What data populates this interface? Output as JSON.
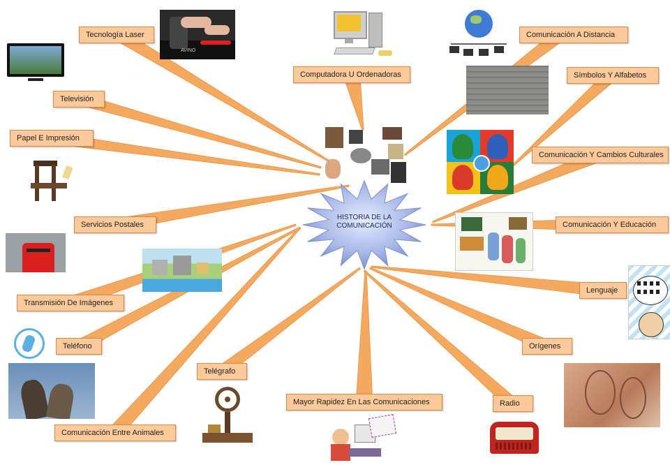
{
  "center": {
    "line1": "HISTORIA DE LA",
    "line2": "COMUNICACIÓN"
  },
  "labels": {
    "tecnologia_laser": "Tecnología Laser",
    "computadora": "Computadora U Ordenadoras",
    "comunicacion_distancia": "Comunicación A Distancia",
    "simbolos_alfabetos": "Símbolos Y Alfabetos",
    "cambios_culturales": "Comunicación Y Cambios Culturales",
    "educacion": "Comunicación Y Educación",
    "lenguaje": "Lenguaje",
    "origenes": "Orígenes",
    "radio": "Radio",
    "mayor_rapidez": "Mayor Rapidez En Las Comunicaciones",
    "telegrafo": "Telégrafo",
    "entre_animales": "Comunicación Entre Animales",
    "telefono": "Teléfono",
    "transmision_imagenes": "Transmisión De Imágenes",
    "servicios_postales": "Servicios Postales",
    "papel_impresion": "Papel E Impresión",
    "television": "Televisión"
  },
  "photo_caption": "AVINO",
  "colors": {
    "connector": "#f4a95e",
    "label_fill": "#fbc99a",
    "label_border": "#d98c4a",
    "center_burst": "#a9b9e8"
  }
}
